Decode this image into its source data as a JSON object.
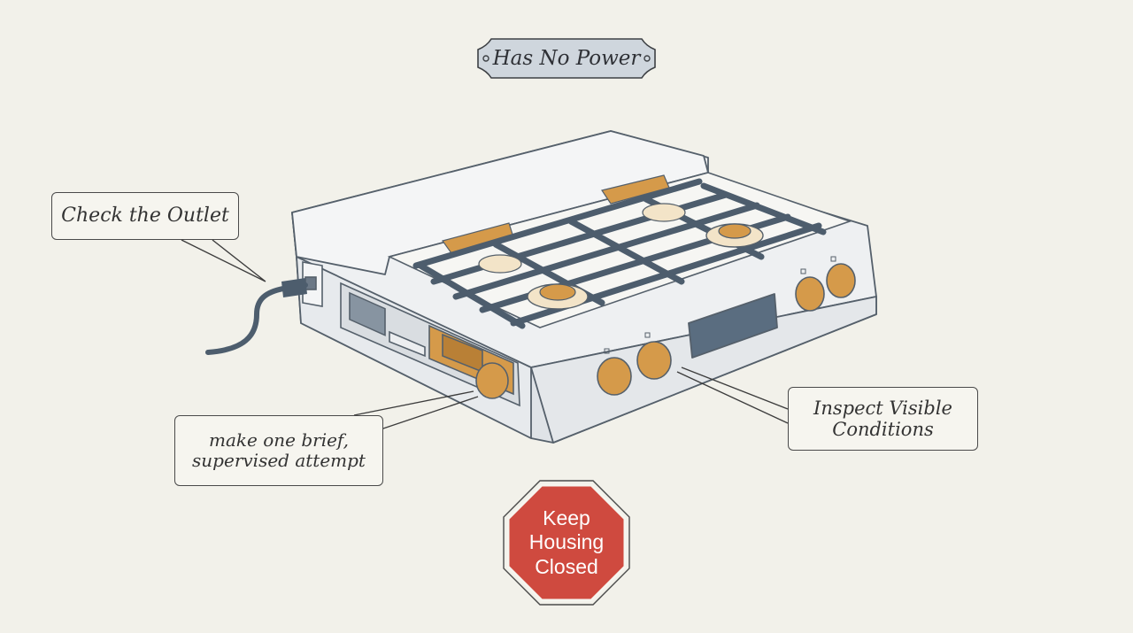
{
  "title": "Has No Power",
  "labels": {
    "outlet": "Check the Outlet",
    "attempt_line1": "make one brief,",
    "attempt_line2": "supervised attempt",
    "inspect_line1": "Inspect Visible",
    "inspect_line2": "Conditions"
  },
  "stop_sign": {
    "line1": "Keep",
    "line2": "Housing",
    "line3": "Closed"
  },
  "colors": {
    "background": "#f2f1ea",
    "stove_body": "#eef0f2",
    "grate": "#4d5d6d",
    "knob": "#d59a4a",
    "stop_red": "#cf4a3f",
    "plaque": "#cfd6dd"
  }
}
